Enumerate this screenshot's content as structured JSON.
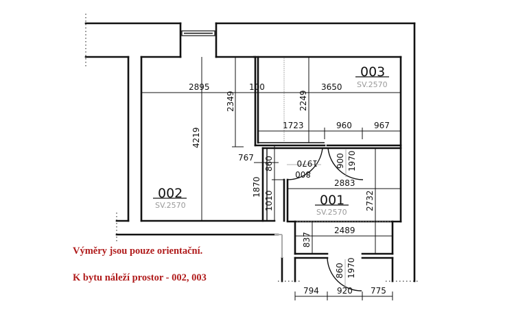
{
  "rooms": [
    {
      "id": "002",
      "label": "002",
      "height": "SV.2570"
    },
    {
      "id": "003",
      "label": "003",
      "height": "SV.2570"
    },
    {
      "id": "001",
      "label": "001",
      "height": "SV.2570"
    }
  ],
  "dimensions": {
    "d2895": "2895",
    "d100": "100",
    "d3650": "3650",
    "d2349": "2349",
    "d2249": "2249",
    "d4219": "4219",
    "d1723": "1723",
    "d960": "960",
    "d967": "967",
    "d767": "767",
    "d860a": "860",
    "d1870": "1870",
    "d1010": "1010",
    "d2883": "2883",
    "d2732": "2732",
    "d2489": "2489",
    "d837": "837",
    "d794": "794",
    "d920": "920",
    "d775": "775"
  },
  "doors": {
    "door_800": {
      "width": "800",
      "height": "1970"
    },
    "door_900": {
      "width": "900",
      "height": "1970"
    },
    "door_860": {
      "width": "860",
      "height": "1970"
    }
  },
  "notes": {
    "line1": "Výměry jsou pouze  orientační.",
    "line2": "K bytu náleží prostor - 002, 003"
  },
  "colors": {
    "note": "#b01b1b",
    "wall": "#111111",
    "sv_text": "#999999"
  }
}
